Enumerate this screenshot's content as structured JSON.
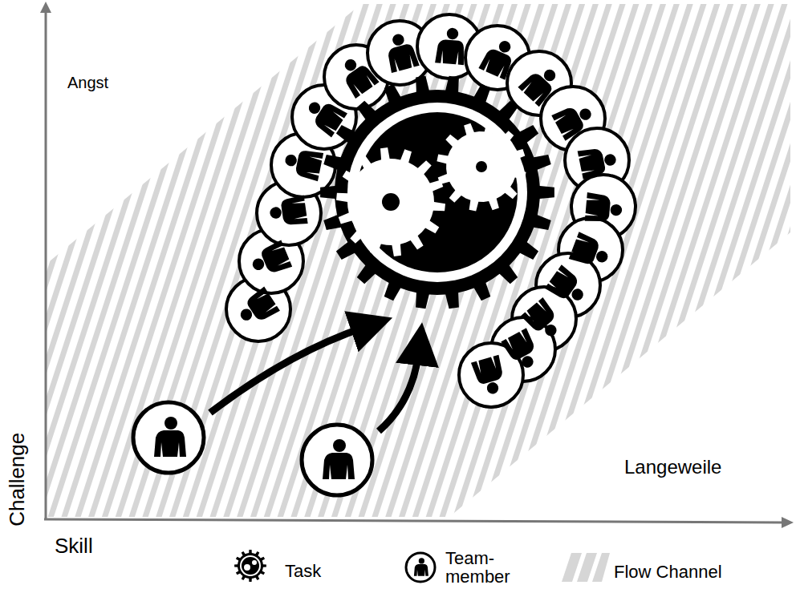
{
  "diagram": {
    "labels": [
      "Angst",
      "Langeweile",
      "Challenge",
      "Skill"
    ],
    "legend": [
      {
        "text": "Task"
      },
      {
        "text": "Team- member"
      },
      {
        "text": "Flow Channel"
      }
    ]
  }
}
